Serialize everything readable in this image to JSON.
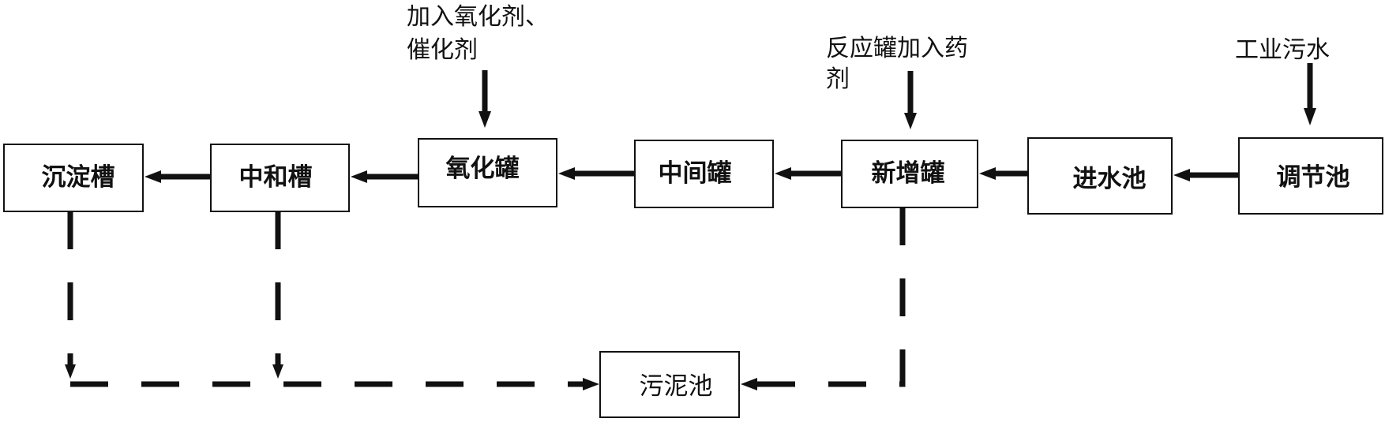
{
  "nodes": {
    "tiaojie": "调节池",
    "jinshui": "进水池",
    "xinzeng": "新增罐",
    "zhongjian": "中间罐",
    "yanghua": "氧化罐",
    "zhonghe": "中和槽",
    "chendian": "沉淀槽",
    "wuni": "污泥池"
  },
  "inputs": {
    "sewage": "工业污水",
    "reagent_line1": "反应罐加入药",
    "reagent_line2": "剂",
    "oxidant_line1": "加入氧化剂、",
    "oxidant_line2": "催化剂"
  }
}
